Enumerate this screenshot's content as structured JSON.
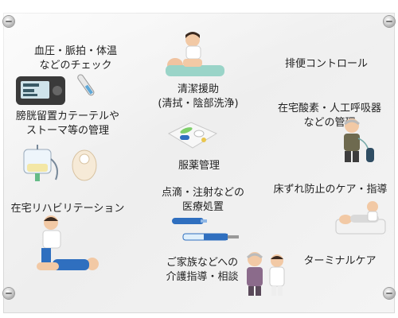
{
  "items": [
    {
      "line1": "血圧・脈拍・体温",
      "line2": "などのチェック"
    },
    {
      "line1": "清潔援助",
      "line2": "(清拭・陰部洗浄)"
    },
    {
      "line1": "排便コントロール",
      "line2": ""
    },
    {
      "line1": "膀胱留置カテーテルや",
      "line2": "ストーマ等の管理"
    },
    {
      "line1": "在宅酸素・人工呼吸器",
      "line2": "などの管理"
    },
    {
      "line1": "服薬管理",
      "line2": ""
    },
    {
      "line1": "在宅リハビリテーション",
      "line2": ""
    },
    {
      "line1": "点滴・注射などの",
      "line2": "医療処置"
    },
    {
      "line1": "床ずれ防止のケア・指導",
      "line2": ""
    },
    {
      "line1": "ご家族などへの",
      "line2": "介護指導・相談"
    },
    {
      "line1": "ターミナルケア",
      "line2": ""
    }
  ],
  "colors": {
    "board": "#f2f2f2",
    "text": "#222222",
    "nurse_uniform": "#ffffff",
    "accent_blue": "#2f6fbf"
  },
  "icons": [
    "bp-monitor-icon",
    "thermometer-icon",
    "nurse-bathing-patient-icon",
    "catheter-bag-icon",
    "ostomy-pouch-icon",
    "elderly-oxygen-icon",
    "medication-tray-icon",
    "rehab-therapist-icon",
    "iv-drip-icon",
    "syringe-icon",
    "bedsore-care-icon",
    "family-consult-icon"
  ]
}
